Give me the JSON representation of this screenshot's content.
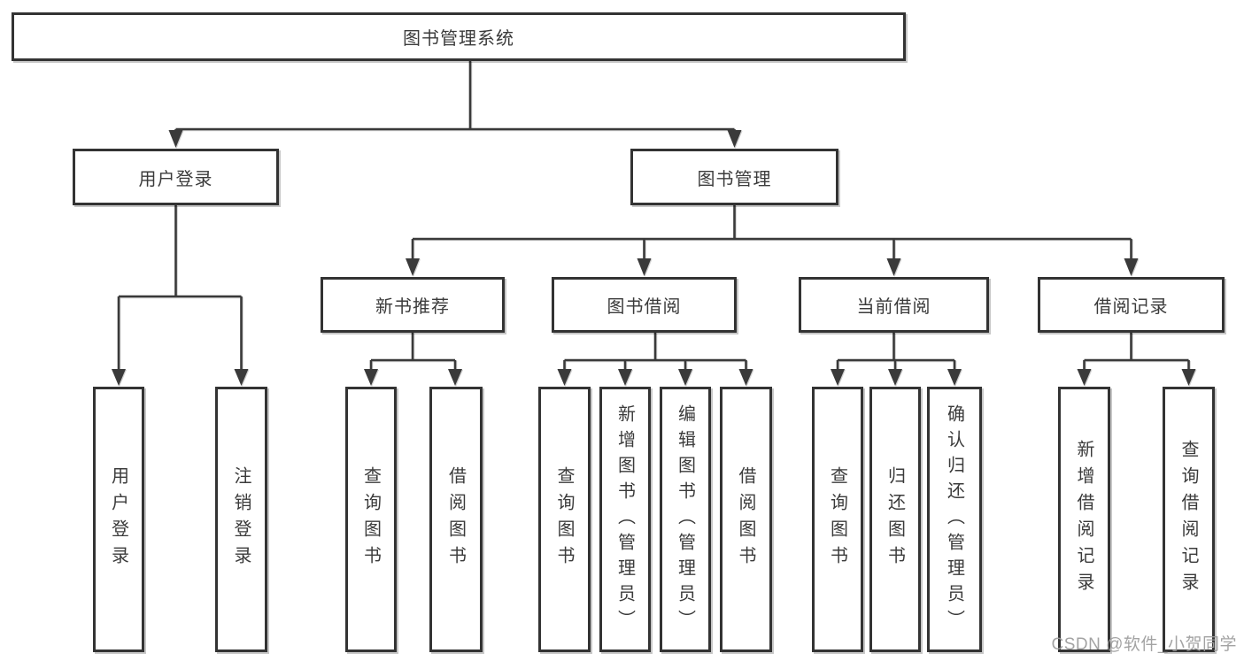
{
  "nodes": {
    "root": "图书管理系统",
    "user_login": "用户登录",
    "book_mgmt": "图书管理",
    "leaf_user_login": "用户登录",
    "leaf_logout": "注销登录",
    "new_book_rec": "新书推荐",
    "book_borrow": "图书借阅",
    "current_borrow": "当前借阅",
    "borrow_record": "借阅记录",
    "nbr_query_book": "查询图书",
    "nbr_borrow_book": "借阅图书",
    "bb_query_book": "查询图书",
    "bb_add_book": "新增图书（管理员）",
    "bb_edit_book": "编辑图书（管理员）",
    "bb_borrow_book": "借阅图书",
    "cb_query_book": "查询图书",
    "cb_return_book": "归还图书",
    "cb_confirm_return": "确认归还（管理员）",
    "br_add_record": "新增借阅记录",
    "br_query_record": "查询借阅记录"
  },
  "watermark": "CSDN @软件_小贺同学",
  "colors": {
    "line": "#3a3a3a",
    "border": "#333333",
    "text": "#3b3b3b",
    "box-bg": "#ffffff",
    "page-bg": "#ffffff",
    "watermark": "#9c9c9c"
  }
}
